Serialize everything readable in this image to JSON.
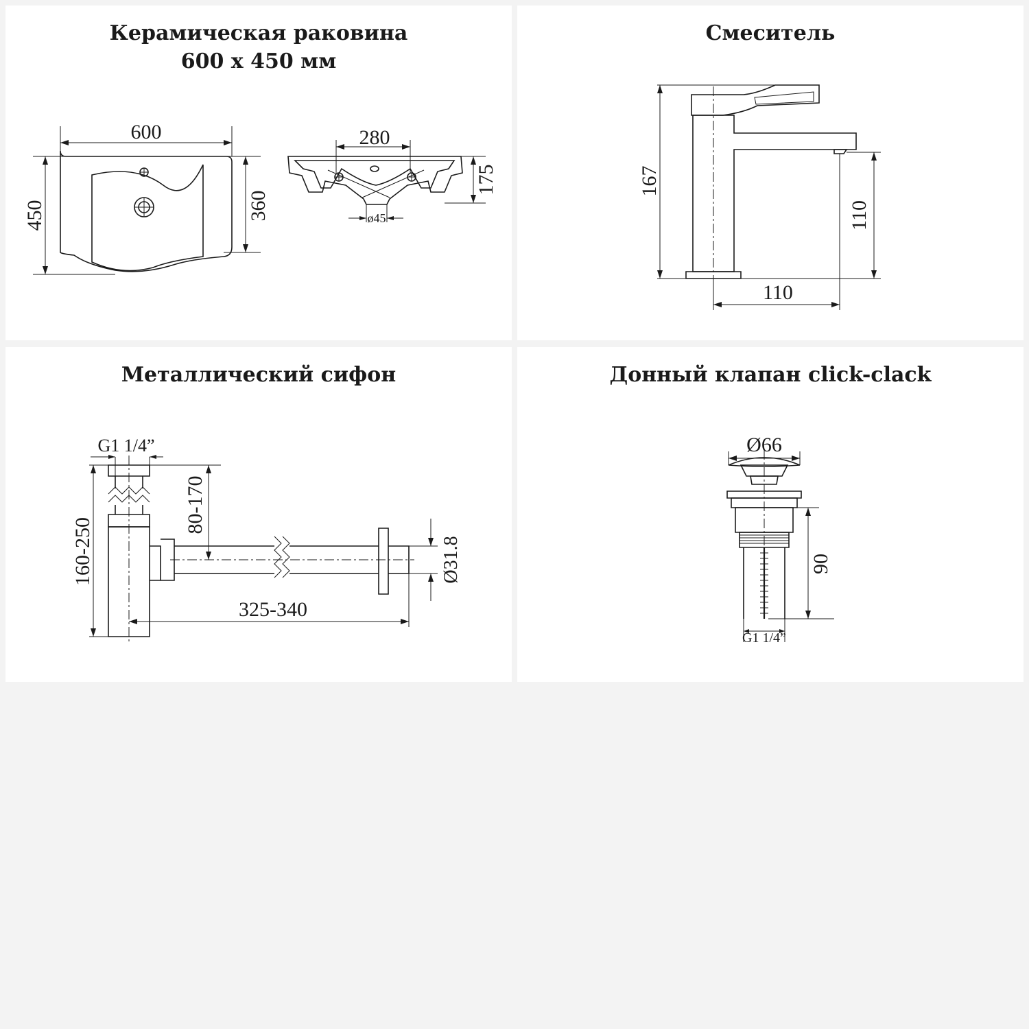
{
  "panels": [
    {
      "title_lines": [
        "Керамическая раковина",
        "600 х 450 мм"
      ],
      "dims": {
        "width": "600",
        "depth": "450",
        "inner": "360",
        "holes": "280",
        "height": "175",
        "drain": "ø45"
      }
    },
    {
      "title_lines": [
        "Смеситель"
      ],
      "dims": {
        "height": "167",
        "spout_height": "110",
        "spout_reach": "110"
      }
    },
    {
      "title_lines": [
        "Металлический сифон"
      ],
      "dims": {
        "thread": "G1 1/4”",
        "height_range": "160-250",
        "outlet_range": "80-170",
        "length_range": "325-340",
        "pipe_diameter": "Ø31.8"
      }
    },
    {
      "title_lines": [
        "Донный клапан click-clack"
      ],
      "dims": {
        "cap_diameter": "Ø66",
        "height": "90",
        "thread": "G1 1/4”"
      }
    }
  ]
}
